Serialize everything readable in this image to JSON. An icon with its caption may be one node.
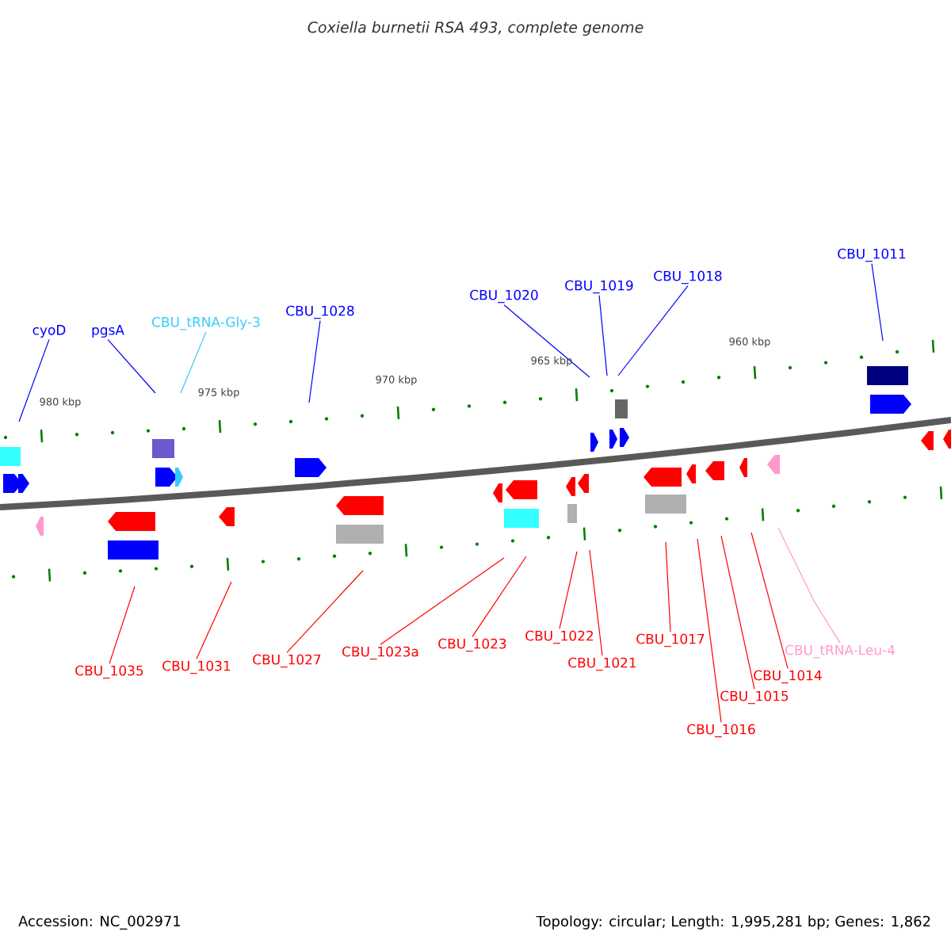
{
  "diagram": {
    "title": "Coxiella burnetii RSA 493, complete genome",
    "nodes": [
      {
        "text": [
          "cyoD"
        ]
      },
      {
        "text": [
          "pgsA"
        ]
      },
      {
        "text": [
          "CBU_tRNA-Gly-3"
        ]
      },
      {
        "text": [
          "CBU_1028"
        ]
      },
      {
        "text": [
          "CBU_1020"
        ]
      },
      {
        "text": [
          "CBU_1019"
        ]
      },
      {
        "text": [
          "CBU_1018"
        ]
      },
      {
        "text": [
          "CBU_1011"
        ]
      },
      {
        "text": [
          "CBU_1035"
        ]
      },
      {
        "text": [
          "CBU_1031"
        ]
      },
      {
        "text": [
          "CBU_1027"
        ]
      },
      {
        "text": [
          "CBU_1023a"
        ]
      },
      {
        "text": [
          "CBU_1023"
        ]
      },
      {
        "text": [
          "CBU_1022"
        ]
      },
      {
        "text": [
          "CBU_1021"
        ]
      },
      {
        "text": [
          "CBU_1017"
        ]
      },
      {
        "text": [
          "CBU_1016"
        ]
      },
      {
        "text": [
          "CBU_1015"
        ]
      },
      {
        "text": [
          "CBU_1014"
        ]
      },
      {
        "text": [
          "CBU_tRNA-Leu-4"
        ]
      }
    ],
    "edges": [
      {
        "from": 0,
        "to": null,
        "arrow": "none",
        "color": "#0000ff"
      },
      {
        "from": 1,
        "to": null,
        "arrow": "none",
        "color": "#0000ff"
      },
      {
        "from": 2,
        "to": null,
        "arrow": "none",
        "color": "#33ccff"
      },
      {
        "from": 3,
        "to": null,
        "arrow": "none",
        "color": "#0000ff"
      },
      {
        "from": 4,
        "to": null,
        "arrow": "none",
        "color": "#0000ff"
      },
      {
        "from": 5,
        "to": null,
        "arrow": "none",
        "color": "#0000ff"
      },
      {
        "from": 6,
        "to": null,
        "arrow": "none",
        "color": "#0000ff"
      },
      {
        "from": 7,
        "to": null,
        "arrow": "none",
        "color": "#0000ff"
      },
      {
        "from": 8,
        "to": null,
        "arrow": "none"
      },
      {
        "from": 9,
        "to": null,
        "arrow": "none"
      },
      {
        "from": 10,
        "to": null,
        "arrow": "none"
      },
      {
        "from": 11,
        "to": null,
        "arrow": "none"
      },
      {
        "from": 12,
        "to": null,
        "arrow": "none"
      },
      {
        "from": 13,
        "to": null,
        "arrow": "none"
      },
      {
        "from": 14,
        "to": null,
        "arrow": "none"
      },
      {
        "from": 15,
        "to": null,
        "arrow": "none"
      },
      {
        "from": 16,
        "to": null,
        "arrow": "none"
      },
      {
        "from": 17,
        "to": null,
        "arrow": "none"
      },
      {
        "from": 18,
        "to": null,
        "arrow": "none"
      },
      {
        "from": 19,
        "to": null,
        "arrow": "none",
        "color": "#ff99cc"
      }
    ],
    "labels": [
      "980 kbp",
      "975 kbp",
      "970 kbp",
      "965 kbp",
      "960 kbp",
      "Accession: NC_002971",
      "Topology: circular; Length: 1,995,281 bp; Genes: 1,862"
    ]
  }
}
